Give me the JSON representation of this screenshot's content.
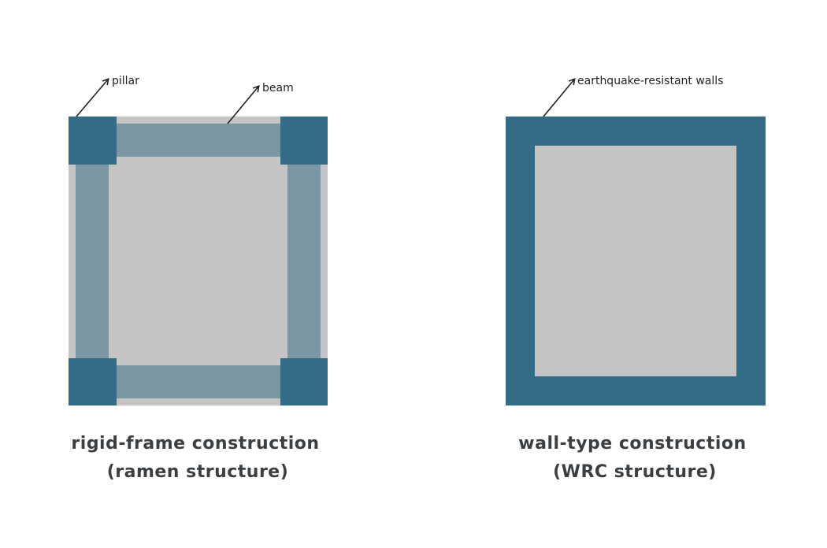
{
  "colors": {
    "background": "#ffffff",
    "floor": "#c4c4c4",
    "pillar": "#346b87",
    "beam": "#7b97a4",
    "wall": "#346b87",
    "arrow": "#222222",
    "caption_text": "#3b3f42"
  },
  "rigid_frame": {
    "labels": {
      "pillar": "pillar",
      "beam": "beam"
    },
    "caption": {
      "line1": "rigid-frame construction",
      "line2": "(ramen structure)"
    }
  },
  "wall_type": {
    "labels": {
      "walls": "earthquake-resistant walls"
    },
    "caption": {
      "line1": "wall-type construction",
      "line2": "(WRC structure)"
    }
  }
}
